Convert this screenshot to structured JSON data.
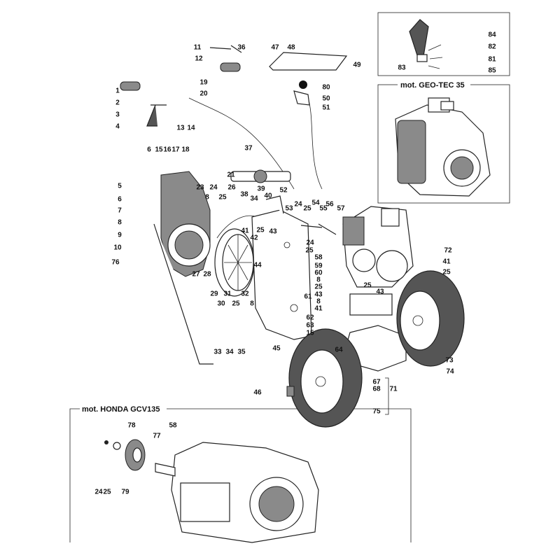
{
  "insets": {
    "geotec_title": "mot. GEO-TEC 35",
    "honda_title": "mot. HONDA GCV135"
  },
  "labels": [
    "11",
    "36",
    "47",
    "48",
    "12",
    "49",
    "19",
    "80",
    "1",
    "2",
    "20",
    "50",
    "3",
    "51",
    "4",
    "13",
    "14",
    "37",
    "6",
    "15",
    "16",
    "17",
    "18",
    "21",
    "39",
    "52",
    "53",
    "5",
    "23",
    "24",
    "26",
    "6",
    "8",
    "25",
    "38",
    "34",
    "40",
    "24",
    "54",
    "56",
    "25",
    "55",
    "57",
    "7",
    "8",
    "9",
    "41",
    "25",
    "43",
    "42",
    "10",
    "24",
    "25",
    "76",
    "27",
    "28",
    "44",
    "58",
    "59",
    "60",
    "8",
    "25",
    "43",
    "8",
    "41",
    "29",
    "31",
    "32",
    "30",
    "25",
    "8",
    "61",
    "62",
    "63",
    "15",
    "64",
    "72",
    "41",
    "25",
    "73",
    "74",
    "33",
    "34",
    "35",
    "45",
    "46",
    "67",
    "68",
    "71",
    "75",
    "25",
    "43",
    "84",
    "82",
    "81",
    "83",
    "85",
    "78",
    "58",
    "77",
    "24",
    "25",
    "79"
  ]
}
